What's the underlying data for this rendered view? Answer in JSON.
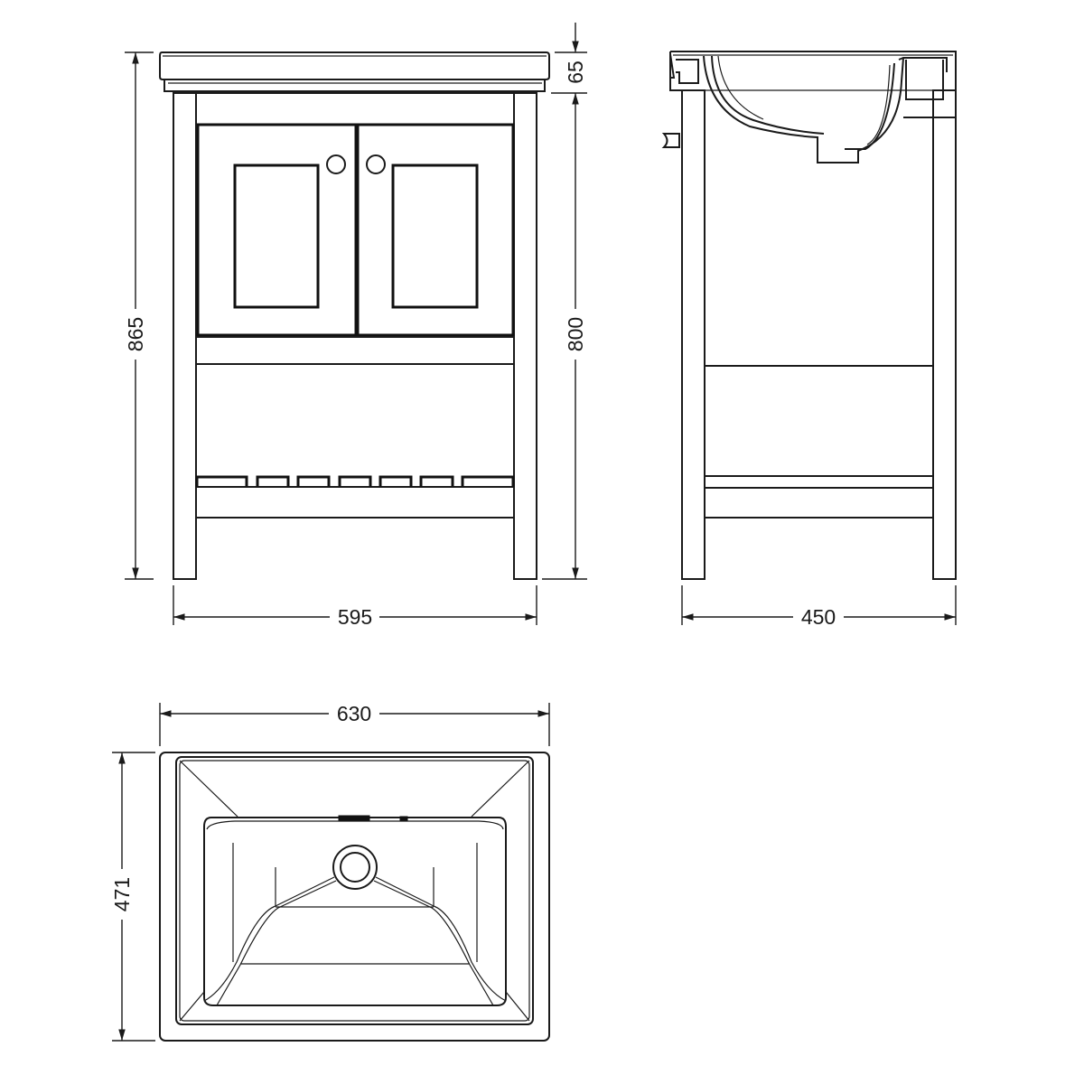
{
  "dimensions": {
    "front_overall_height": "865",
    "front_cabinet_height": "800",
    "basin_thickness": "65",
    "front_width": "595",
    "side_depth": "450",
    "basin_width": "630",
    "basin_depth": "471"
  },
  "colors": {
    "line": "#1a1a1a",
    "background": "#ffffff"
  }
}
